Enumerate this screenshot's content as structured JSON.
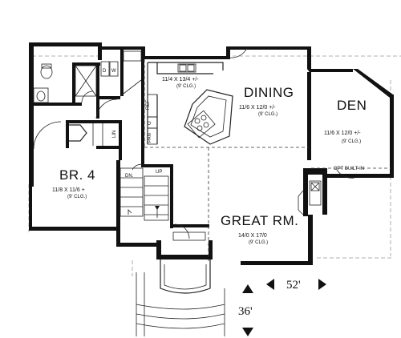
{
  "rooms": {
    "dining": {
      "name": "DINING",
      "size": "11/6 X 12/0 +/-",
      "ceiling": "(9' CLG.)"
    },
    "den": {
      "name": "DEN",
      "size": "11/6 X 12/0 +/-",
      "ceiling": "(9' CLG.)"
    },
    "kitchen": {
      "size": "11/4 X 13/4 +/-",
      "ceiling": "(9' CLG.)"
    },
    "br4": {
      "name": "BR. 4",
      "size": "11/8 X 11/6 +",
      "ceiling": "(9' CLG.)"
    },
    "great": {
      "name": "GREAT RM.",
      "size": "14/0 X 17/0",
      "ceiling": "(9' CLG.)"
    }
  },
  "labels": {
    "w": "W",
    "d": "D",
    "ref": "REF",
    "o": "O",
    "pan": "PAN",
    "lin": "LIN",
    "dn": "DN.",
    "up": "UP",
    "opt_builtin": "OPT BUILT-IN"
  },
  "dimensions": {
    "width": "52'",
    "depth": "36'"
  }
}
